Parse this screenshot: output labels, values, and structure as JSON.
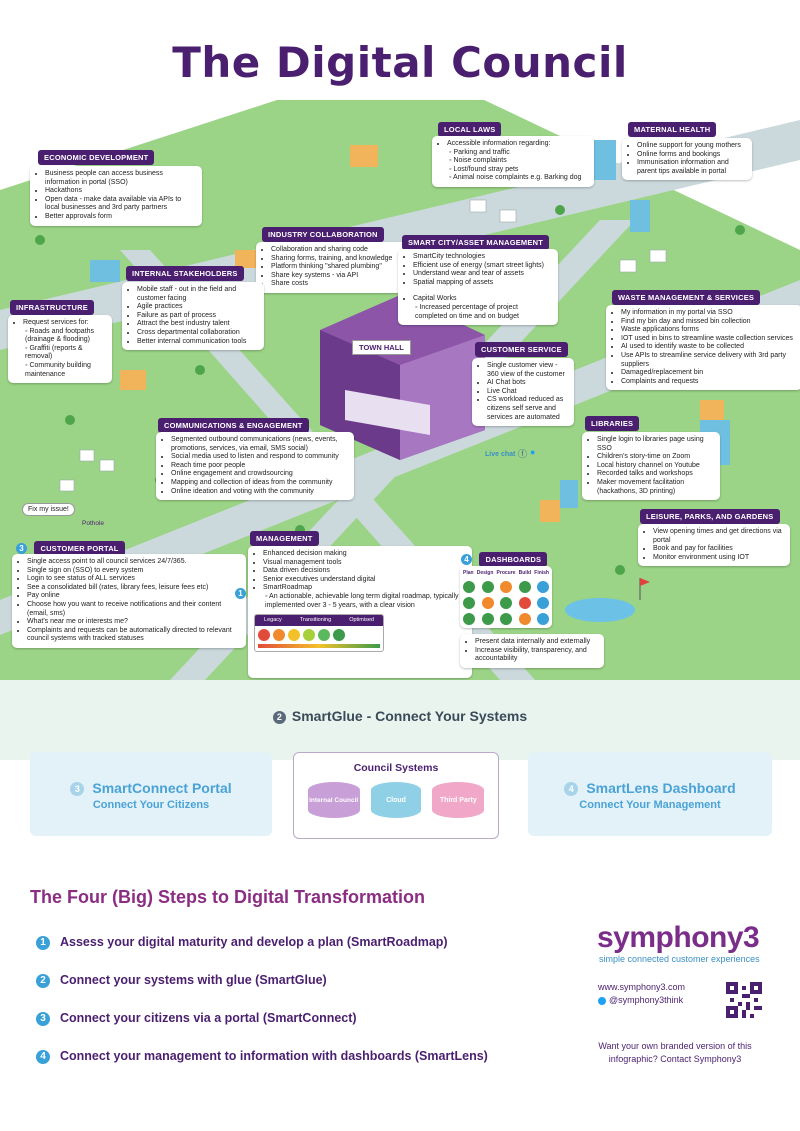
{
  "title": "The Digital Council",
  "town_hall": "TOWN HALL",
  "fix_my_issue": "Fix my issue!",
  "pothole": "Pothole",
  "live_chat": "Live chat",
  "sections": {
    "economic": {
      "header": "ECONOMIC DEVELOPMENT",
      "items": [
        "Business people can access business information in portal (SSO)",
        "Hackathons",
        "Open data - make data available via APIs to local businesses and 3rd party partners",
        "Better approvals form"
      ]
    },
    "local_laws": {
      "header": "LOCAL LAWS",
      "intro": "Accessible information regarding:",
      "items": [
        "Parking and traffic",
        "Noise complaints",
        "Lost/found stray pets",
        "Animal noise complaints e.g. Barking dog"
      ]
    },
    "maternal": {
      "header": "MATERNAL HEALTH",
      "items": [
        "Online support for young mothers",
        "Online forms and bookings",
        "Immunisation information and parent tips available in portal"
      ]
    },
    "industry": {
      "header": "INDUSTRY COLLABORATION",
      "items": [
        "Collaboration and sharing code",
        "Sharing forms, training, and knowledge",
        "Platform thinking \"shared plumbing\"",
        "Share key systems - via API",
        "Share costs"
      ]
    },
    "smart_city": {
      "header": "SMART CITY/ASSET MANAGEMENT",
      "items": [
        "SmartCity technologies",
        "Efficient use of energy (smart street lights)",
        "Understand wear and tear of assets",
        "Spatial mapping of assets",
        "Capital Works"
      ],
      "sub": "Increased percentage of project completed on time and on budget"
    },
    "internal": {
      "header": "INTERNAL STAKEHOLDERS",
      "items": [
        "Mobile staff - out in the field and customer facing",
        "Agile practices",
        "Failure as part of process",
        "Attract the best industry talent",
        "Cross departmental collaboration",
        "Better internal communication tools"
      ]
    },
    "infrastructure": {
      "header": "INFRASTRUCTURE",
      "intro": "Request services for:",
      "subs": [
        "Roads and footpaths (drainage & flooding)",
        "Graffiti (reports & removal)",
        "Community building maintenance"
      ]
    },
    "waste": {
      "header": "WASTE MANAGEMENT & SERVICES",
      "items": [
        "My information in my portal via SSO",
        "Find my bin day and missed bin collection",
        "Waste applications forms",
        "IOT used in bins to streamline waste collection services",
        "AI used to identify waste to be collected",
        "Use APIs to streamline service delivery with 3rd party suppliers",
        "Damaged/replacement bin",
        "Complaints and requests"
      ]
    },
    "customer_service": {
      "header": "CUSTOMER SERVICE",
      "items": [
        "Single customer view - 360 view of the customer",
        "AI Chat bots",
        "Live Chat",
        "CS workload reduced as citizens self serve and services are automated"
      ]
    },
    "comms": {
      "header": "COMMUNICATIONS & ENGAGEMENT",
      "items": [
        "Segmented outbound communications (news, events, promotions, services, via email, SMS social)",
        "Social media used to listen and respond to community",
        "Reach time poor people",
        "Online engagement and crowdsourcing",
        "Mapping and collection of ideas from the community",
        "Online ideation and voting with the community"
      ]
    },
    "libraries": {
      "header": "LIBRARIES",
      "items": [
        "Single login to libraries page using SSO",
        "Children's story-time on Zoom",
        "Local history channel on Youtube",
        "Recorded talks and workshops",
        "Maker movement facilitation (hackathons, 3D printing)"
      ]
    },
    "leisure": {
      "header": "LEISURE, PARKS, AND GARDENS",
      "items": [
        "View opening times and get directions via portal",
        "Book and pay for facilities",
        "Monitor environment using IOT"
      ]
    },
    "portal": {
      "num": "3",
      "header": "CUSTOMER PORTAL",
      "items": [
        "Single access point to all council services 24/7/365.",
        "Single sign on (SSO) to every system",
        "Login to see status of ALL services",
        "See a consolidated bill (rates, library fees, leisure fees etc)",
        "Pay online",
        "Choose how you want to receive notifications and their content (email, sms)",
        "What's near me or interests me?",
        "Complaints and requests can be automatically directed to relevant council systems with tracked statuses"
      ]
    },
    "management": {
      "header": "MANAGEMENT",
      "num": "1",
      "items": [
        "Enhanced decision making",
        "Visual management tools",
        "Data driven decisions",
        "Senior executives understand digital",
        "SmartRoadmap"
      ],
      "sub": "An actionable, achievable long term digital roadmap, typically implemented over 3 - 5 years, with a clear vision",
      "maturity": [
        "Legacy",
        "Transitioning",
        "Optimised"
      ]
    },
    "dashboards": {
      "num": "4",
      "header": "DASHBOARDS",
      "columns": [
        "Plan",
        "Design",
        "Procure",
        "Build",
        "Finish"
      ],
      "items": [
        "Present data internally and externally",
        "Increase visibility, transparency, and accountability"
      ]
    }
  },
  "glue": {
    "num": "2",
    "label": "SmartGlue - Connect Your Systems"
  },
  "smartconnect": {
    "num": "3",
    "title": "SmartConnect Portal",
    "sub": "Connect Your Citizens"
  },
  "smartlens": {
    "num": "4",
    "title": "SmartLens Dashboard",
    "sub": "Connect Your Management"
  },
  "council_systems": {
    "title": "Council Systems",
    "items": [
      "Internal Council",
      "Cloud",
      "Third Party"
    ]
  },
  "steps": {
    "title": "The Four (Big) Steps to Digital Transformation",
    "items": [
      {
        "num": "1",
        "text": "Assess your digital maturity and develop a plan (SmartRoadmap)"
      },
      {
        "num": "2",
        "text": "Connect your systems with glue (SmartGlue)"
      },
      {
        "num": "3",
        "text": "Connect your citizens via a portal (SmartConnect)"
      },
      {
        "num": "4",
        "text": "Connect your management to information with dashboards (SmartLens)"
      }
    ]
  },
  "brand": {
    "name": "symphony3",
    "tagline": "simple connected customer experiences",
    "website": "www.symphony3.com",
    "twitter": "@symphony3think",
    "cta": "Want your own branded version of this infographic? Contact Symphony3"
  },
  "colors": {
    "purple": "#4b1f6f",
    "accent_blue": "#3aa0d8",
    "grass": "#8fcf79",
    "road": "#c7d6d8"
  }
}
